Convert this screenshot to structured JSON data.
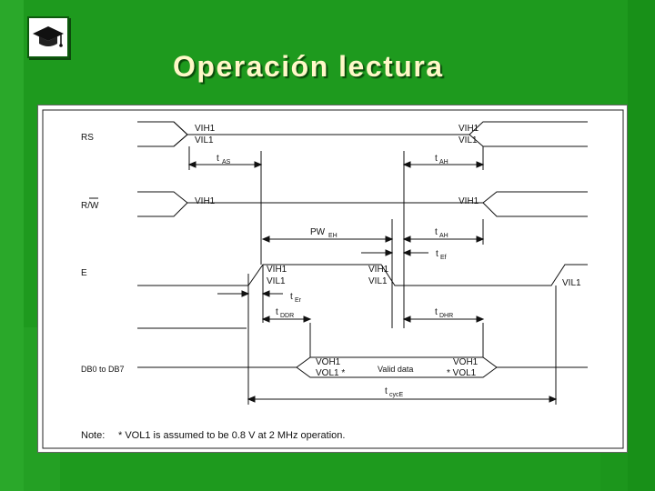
{
  "slide": {
    "title": "Operación lectura",
    "logo_icon": "graduation-cap-icon",
    "background_color": "#1e9a1e",
    "title_color": "#fff8c8"
  },
  "diagram": {
    "signals": {
      "rs": "RS",
      "rw": "R/W",
      "e": "E",
      "db": "DB0 to DB7"
    },
    "levels": {
      "rs_left_vih1": "VIH1",
      "rs_left_vil1": "VIL1",
      "rs_right_vih1": "VIH1",
      "rs_right_vil1": "VIL1",
      "rw_left_vih1": "VIH1",
      "rw_right_vih1": "VIH1",
      "e_rise_vih1": "VIH1",
      "e_rise_vil1": "VIL1",
      "e_fall_vih1": "VIH1",
      "e_fall_vil1": "VIL1",
      "e_end_vil1": "VIL1",
      "db_left_voh1": "VOH1",
      "db_left_vol1": "VOL1 *",
      "db_valid": "Valid data",
      "db_right_voh1": "VOH1",
      "db_right_vol1": "* VOL1"
    },
    "timings": {
      "tas": {
        "main": "t",
        "sub": "AS"
      },
      "tah1": {
        "main": "t",
        "sub": "AH"
      },
      "pweh": {
        "main": "PW",
        "sub": "EH"
      },
      "tah2": {
        "main": "t",
        "sub": "AH"
      },
      "tef": {
        "main": "t",
        "sub": "Ef"
      },
      "ter": {
        "main": "t",
        "sub": "Er"
      },
      "tddr": {
        "main": "t",
        "sub": "DDR"
      },
      "tdhr": {
        "main": "t",
        "sub": "DHR"
      },
      "tcyce": {
        "main": "t",
        "sub": "cycE"
      }
    },
    "note": {
      "label": "Note:",
      "text": "*   VOL1 is assumed to be 0.8 V at 2 MHz operation."
    }
  }
}
